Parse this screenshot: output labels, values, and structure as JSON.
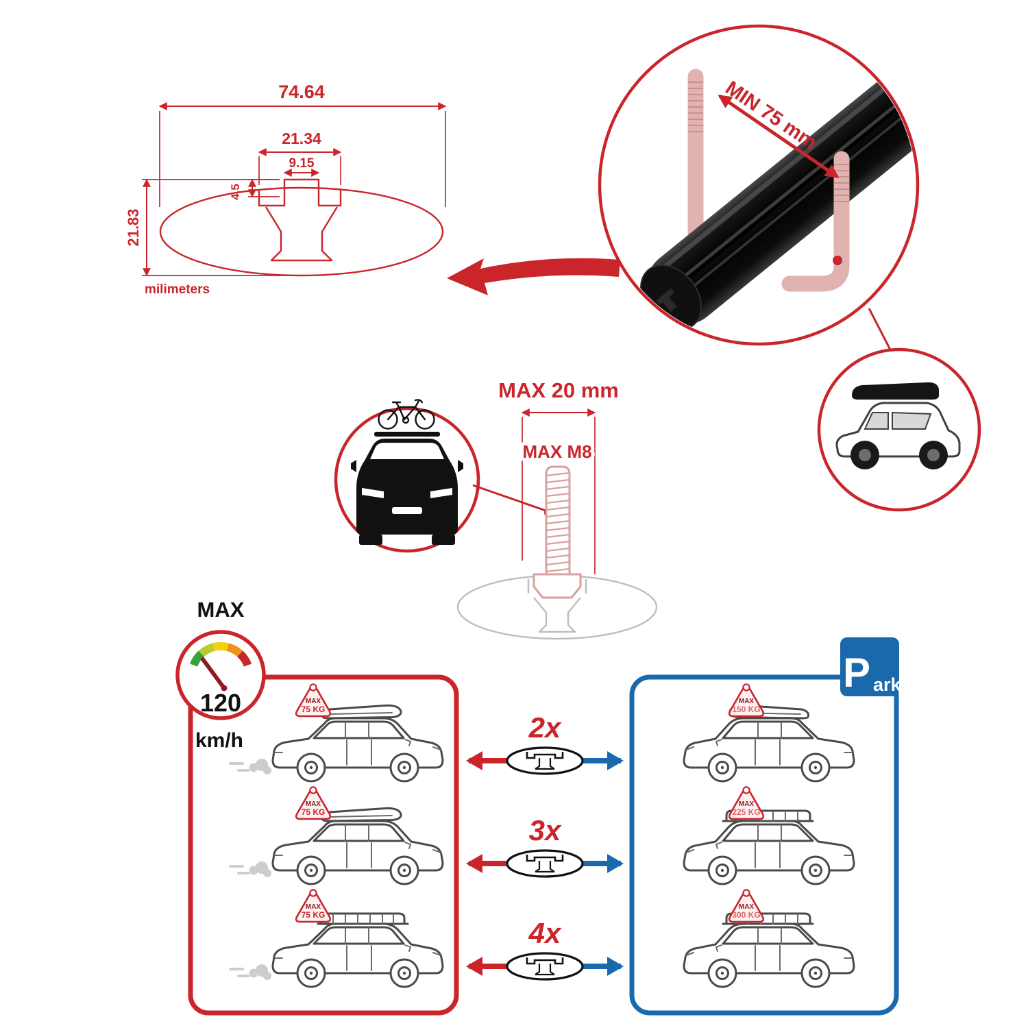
{
  "colors": {
    "red": "#c9252b",
    "dark_red": "#8e1b20",
    "pink": "#e0b3b1",
    "blue": "#1a69ac",
    "black": "#111111",
    "gray": "#bdbdbd"
  },
  "dimension_drawing": {
    "total_width": "74.64",
    "flange_width": "21.34",
    "slot_width": "9.15",
    "slot_depth": "4.5",
    "profile_height": "21.83",
    "units_label": "milimeters"
  },
  "crossbar_detail": {
    "min_span_label": "MIN 75 mm"
  },
  "tbolt_detail": {
    "max_width_label": "MAX 20 mm",
    "max_thread_label": "MAX M8"
  },
  "speed_limit": {
    "title": "MAX",
    "value": "120",
    "units": "km/h"
  },
  "park_sign": {
    "letter": "P",
    "rest": "ark"
  },
  "driving_panel": {
    "rows": [
      {
        "tag_title": "MAX",
        "tag_value": "75 KG"
      },
      {
        "tag_title": "MAX",
        "tag_value": "75 KG"
      },
      {
        "tag_title": "MAX",
        "tag_value": "75 KG"
      }
    ]
  },
  "bar_counts": [
    {
      "label": "2x"
    },
    {
      "label": "3x"
    },
    {
      "label": "4x"
    }
  ],
  "parked_panel": {
    "rows": [
      {
        "tag_title": "MAX",
        "tag_value": "150 KG"
      },
      {
        "tag_title": "MAX",
        "tag_value": "225 KG"
      },
      {
        "tag_title": "MAX",
        "tag_value": "300 KG"
      }
    ]
  }
}
